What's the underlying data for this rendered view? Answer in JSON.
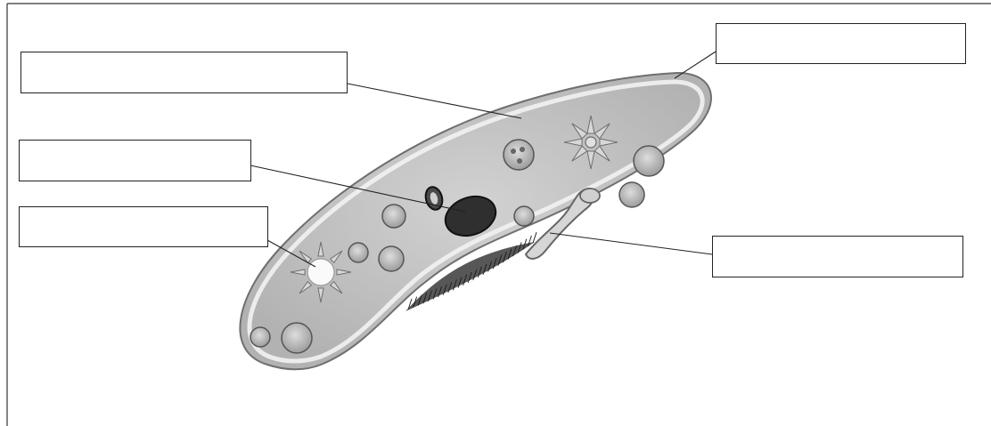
{
  "diagram": {
    "subject": "paramecium",
    "colors": {
      "background": "#ffffff",
      "cell_fill": "#bdbdbd",
      "pellicle": "#eeeeee",
      "cilia": "#8a8a8a",
      "nucleus": "#333333",
      "leader_line": "#222222",
      "frame": "#333333"
    },
    "labels": [
      {
        "id": "label-top-left",
        "text": ""
      },
      {
        "id": "label-top-right",
        "text": ""
      },
      {
        "id": "label-mid-left",
        "text": ""
      },
      {
        "id": "label-lower-left",
        "text": ""
      },
      {
        "id": "label-lower-right",
        "text": ""
      }
    ]
  }
}
